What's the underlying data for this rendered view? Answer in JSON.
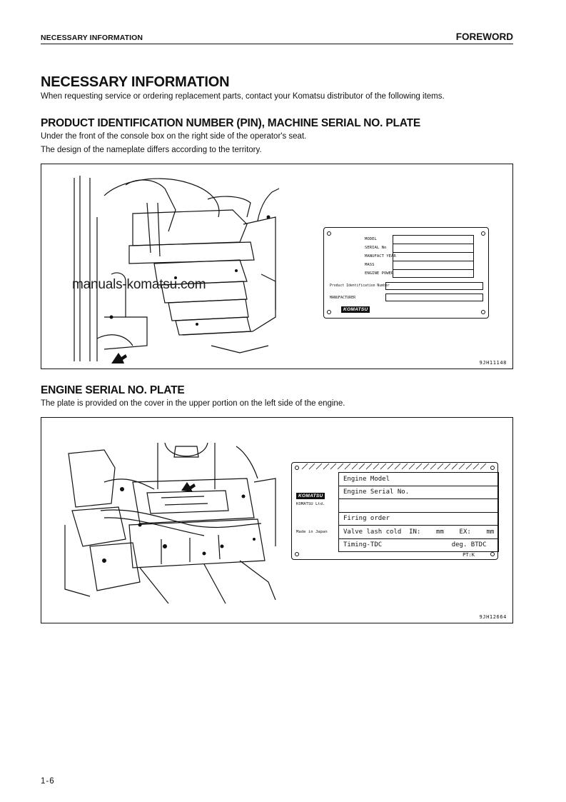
{
  "header": {
    "section": "NECESSARY INFORMATION",
    "chapter": "FOREWORD"
  },
  "title": "NECESSARY INFORMATION",
  "intro": "When requesting service or ordering replacement parts, contact your Komatsu distributor of the following items.",
  "pin_section": {
    "heading": "PRODUCT IDENTIFICATION NUMBER (PIN), MACHINE SERIAL NO. PLATE",
    "line1": "Under the front of the console box on the right side of the operator's seat.",
    "line2": "The design of the nameplate differs according to the territory.",
    "figure_code": "9JH11148",
    "plate": {
      "rows": [
        "MODEL",
        "SERIAL No",
        "MANUFACT YEAR",
        "MASS",
        "ENGINE POWER"
      ],
      "pin_label": "Product Identification Number",
      "manufacturer_label": "MANUFACTURER",
      "logo": "KOMATSU"
    }
  },
  "engine_section": {
    "heading": "ENGINE SERIAL NO. PLATE",
    "line1": "The plate is provided on the cover in the upper portion on the left side of the engine.",
    "figure_code": "9JH12664",
    "plate": {
      "logo": "KOMATSU",
      "company": "KOMATSU Ltd.",
      "made_in": "Made in Japan",
      "rows": [
        "Engine Model",
        "Engine Serial No.",
        "",
        "Firing order",
        "Valve lash cold  IN:    mm    EX:    mm",
        "Timing-TDC                  deg. BTDC"
      ],
      "pt": "PT:K"
    }
  },
  "watermark": "manuals-komatsu.com",
  "page_number": "1-6"
}
